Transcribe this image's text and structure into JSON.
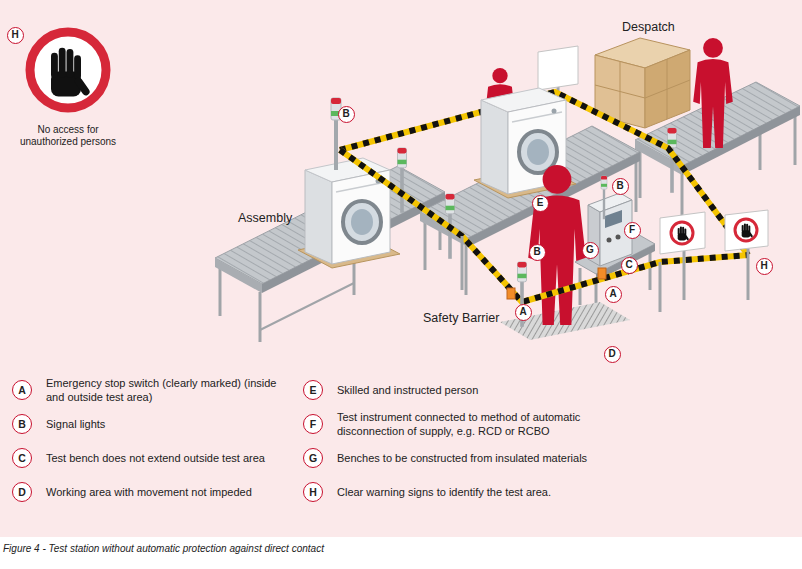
{
  "diagram": {
    "caption": "Figure 4 - Test station without automatic protection against direct contact",
    "nodes": [
      {
        "text": [
          "H"
        ]
      },
      {
        "text": [
          "B"
        ]
      },
      {
        "text": [
          "E"
        ]
      },
      {
        "text": [
          "B"
        ]
      },
      {
        "text": [
          "G"
        ]
      },
      {
        "text": [
          "F"
        ]
      },
      {
        "text": [
          "B"
        ]
      },
      {
        "text": [
          "C"
        ]
      },
      {
        "text": [
          "A"
        ]
      },
      {
        "text": [
          "H"
        ]
      },
      {
        "text": [
          "A"
        ]
      },
      {
        "text": [
          "D"
        ]
      },
      {
        "text": [
          "A",
          "Emergency stop switch (clearly marked) (inside and outside test area)"
        ]
      },
      {
        "text": [
          "B",
          "Signal lights"
        ]
      },
      {
        "text": [
          "C",
          "Test bench does not extend outside test area"
        ]
      },
      {
        "text": [
          "D",
          "Working area with movement not impeded"
        ]
      },
      {
        "text": [
          "E",
          "Skilled and instructed person"
        ]
      },
      {
        "text": [
          "F",
          "Test instrument connected to method of automatic disconnection of supply, e.g. RCD or RCBO"
        ]
      },
      {
        "text": [
          "G",
          "Benches to be constructed from insulated materials"
        ]
      },
      {
        "text": [
          "H",
          "Clear warning signs to identify the test area."
        ]
      }
    ],
    "labels": [
      "No access for unauthorized persons",
      "Despatch",
      "Assembly",
      "Safety Barrier"
    ]
  }
}
